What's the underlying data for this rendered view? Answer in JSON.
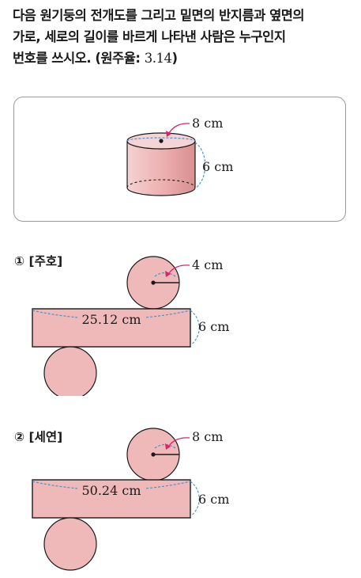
{
  "question": {
    "line1": "다음 원기둥의 전개도를 그리고 밑면의 반지름과 옆면의",
    "line2": "가로, 세로의 길이를 바르게 나타낸 사람은 누구인지",
    "line3_prefix": "번호를 쓰시오. (원주율: ",
    "pi": "3.14",
    "line3_suffix": ")"
  },
  "cylinder": {
    "diameter_label": "8 cm",
    "height_label": "6 cm"
  },
  "options": [
    {
      "label": "① [주호]",
      "radius_label": "4 cm",
      "width_label": "25.12 cm",
      "height_label": "6 cm"
    },
    {
      "label": "② [세연]",
      "radius_label": "8 cm",
      "width_label": "50.24 cm",
      "height_label": "6 cm"
    }
  ],
  "colors": {
    "fill": "#f0b9b9",
    "stroke": "#1a1a1a",
    "magenta_leader": "#d6246e",
    "dashed_blue": "#3b8fd1",
    "box_border": "#9a9a9a"
  }
}
